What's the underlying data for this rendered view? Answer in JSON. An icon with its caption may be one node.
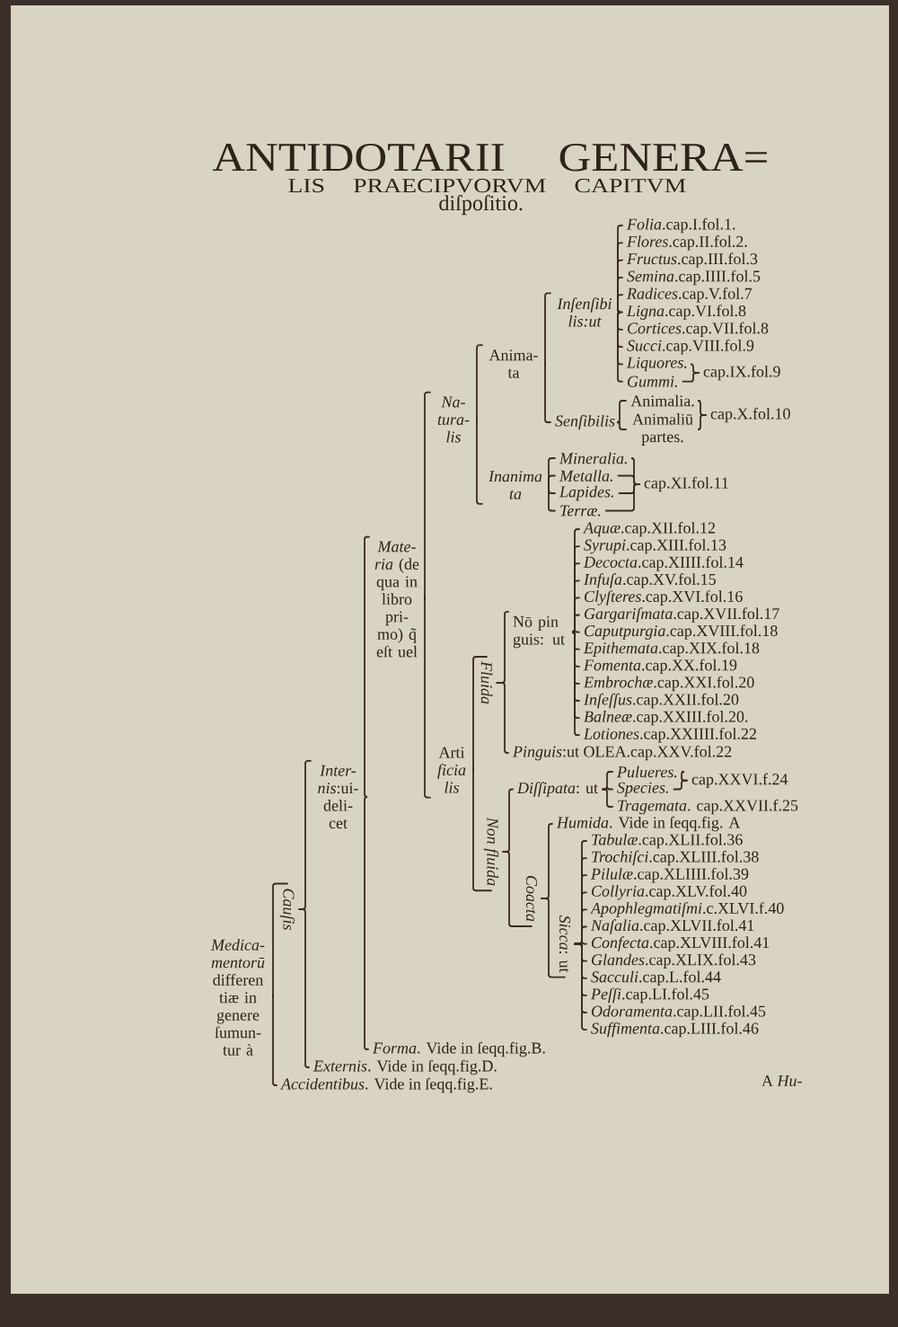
{
  "diagram": {
    "title": "ANTIDOTARII GENERA= LIS PRAECIPVORVM CAPITVM diſpoſitio.",
    "nodes": [
      {
        "text": [
          "*Medica- mentorū* differen tiæ in genere ſumun- tur à"
        ]
      },
      {
        "text": [
          "Cauſis"
        ]
      },
      {
        "text": [
          "*Inter- nis*:ui- deli- cet"
        ]
      },
      {
        "text": [
          "*Mate- ria* (de qua in libro pri- mo) q̃ eſt uel"
        ]
      },
      {
        "text": [
          "Na- tura- lis"
        ]
      },
      {
        "text": [
          "Anima- ta"
        ]
      },
      {
        "text": [
          "Inſenſibi lis:ut"
        ]
      },
      {
        "text": [
          "*Folia*.cap.I.fol.1."
        ]
      },
      {
        "text": [
          "*Flores*.cap.II.fol.2."
        ]
      },
      {
        "text": [
          "*Fructus*.cap.III.fol.3"
        ]
      },
      {
        "text": [
          "*Semina*.cap.IIII.fol.5"
        ]
      },
      {
        "text": [
          "*Radices*.cap.V.fol.7"
        ]
      },
      {
        "text": [
          "*Ligna*.cap.VI.fol.8"
        ]
      },
      {
        "text": [
          "*Cortices*.cap.VII.fol.8"
        ]
      },
      {
        "text": [
          "*Succi*.cap.VIII.fol.9"
        ]
      },
      {
        "text": [
          "Liquores."
        ]
      },
      {
        "text": [
          "Gummi."
        ]
      },
      {
        "text": [
          "cap.IX.fol.9"
        ]
      },
      {
        "text": [
          "Senſibilis"
        ]
      },
      {
        "text": [
          "Animalia."
        ]
      },
      {
        "text": [
          "Animaliū partes."
        ]
      },
      {
        "text": [
          "cap.X.fol.10"
        ]
      },
      {
        "text": [
          "Inanima ta"
        ]
      },
      {
        "text": [
          "Mineralia."
        ]
      },
      {
        "text": [
          "Metalla."
        ]
      },
      {
        "text": [
          "Lapides."
        ]
      },
      {
        "text": [
          "Terræ."
        ]
      },
      {
        "text": [
          "cap.XI.fol.11"
        ]
      },
      {
        "text": [
          "Arti *ficia lis*"
        ]
      },
      {
        "text": [
          "Fluida"
        ]
      },
      {
        "text": [
          "Nō pin guis: ut"
        ]
      },
      {
        "text": [
          "*Aquæ*.cap.XII.fol.12"
        ]
      },
      {
        "text": [
          "*Syrupi*.cap.XIII.fol.13"
        ]
      },
      {
        "text": [
          "*Decocta*.cap.XIIII.fol.14"
        ]
      },
      {
        "text": [
          "*Infuſa*.cap.XV.fol.15"
        ]
      },
      {
        "text": [
          "*Clyſteres*.cap.XVI.fol.16"
        ]
      },
      {
        "text": [
          "*Gargariſmata*.cap.XVII.fol.17"
        ]
      },
      {
        "text": [
          "*Caputpurgia*.cap.XVIII.fol.18"
        ]
      },
      {
        "text": [
          "*Epithemata*.cap.XIX.fol.18"
        ]
      },
      {
        "text": [
          "*Fomenta*.cap.XX.fol.19"
        ]
      },
      {
        "text": [
          "*Embrochæ*.cap.XXI.fol.20"
        ]
      },
      {
        "text": [
          "*Inſeſſus*.cap.XXII.fol.20"
        ]
      },
      {
        "text": [
          "*Balneæ*.cap.XXIII.fol.20."
        ]
      },
      {
        "text": [
          "*Lotiones*.cap.XXIIII.fol.22"
        ]
      },
      {
        "text": [
          "*Pinguis*:ut OLEA.cap.XXV.fol.22"
        ]
      },
      {
        "text": [
          "Non fluida"
        ]
      },
      {
        "text": [
          "*Diſſipata*: ut"
        ]
      },
      {
        "text": [
          "Pulueres."
        ]
      },
      {
        "text": [
          "Species."
        ]
      },
      {
        "text": [
          "cap.XXVI.f.24"
        ]
      },
      {
        "text": [
          "*Tragemata*. cap.XXVII.f.25"
        ]
      },
      {
        "text": [
          "Coacta"
        ]
      },
      {
        "text": [
          "*Humida*. Vide in ſeqq.fig. A"
        ]
      },
      {
        "text": [
          "*Sicca*: ut"
        ]
      },
      {
        "text": [
          "*Tabulæ*.cap.XLII.fol.36"
        ]
      },
      {
        "text": [
          "*Trochiſci*.cap.XLIII.fol.38"
        ]
      },
      {
        "text": [
          "*Pilulæ*.cap.XLIIII.fol.39"
        ]
      },
      {
        "text": [
          "*Collyria*.cap.XLV.fol.40"
        ]
      },
      {
        "text": [
          "*Apophlegmatiſmi*.c.XLVI.f.40"
        ]
      },
      {
        "text": [
          "*Naſalia*.cap.XLVII.fol.41"
        ]
      },
      {
        "text": [
          "*Confecta*.cap.XLVIII.fol.41"
        ]
      },
      {
        "text": [
          "*Glandes*.cap.XLIX.fol.43"
        ]
      },
      {
        "text": [
          "*Sacculi*.cap.L.fol.44"
        ]
      },
      {
        "text": [
          "*Peſſi*.cap.LI.fol.45"
        ]
      },
      {
        "text": [
          "*Odoramenta*.cap.LII.fol.45"
        ]
      },
      {
        "text": [
          "*Suffimenta*.cap.LIII.fol.46"
        ]
      },
      {
        "text": [
          "*Forma*. Vide in ſeqq.fig.B."
        ]
      },
      {
        "text": [
          "*Externis*. Vide in ſeqq.fig.D."
        ]
      },
      {
        "text": [
          "*Accidentibus*. Vide in ſeqq.fig.E."
        ]
      }
    ],
    "edges": [
      {
        "from": 0,
        "to": 1,
        "arrow": "none"
      },
      {
        "from": 0,
        "to": 68,
        "arrow": "none"
      },
      {
        "from": 1,
        "to": 2,
        "arrow": "none"
      },
      {
        "from": 1,
        "to": 67,
        "arrow": "none"
      },
      {
        "from": 2,
        "to": 3,
        "arrow": "none"
      },
      {
        "from": 2,
        "to": 66,
        "arrow": "none"
      },
      {
        "from": 3,
        "to": 4,
        "arrow": "none"
      },
      {
        "from": 3,
        "to": 28,
        "arrow": "none"
      },
      {
        "from": 4,
        "to": 5,
        "arrow": "none"
      },
      {
        "from": 4,
        "to": 22,
        "arrow": "none"
      },
      {
        "from": 5,
        "to": 6,
        "arrow": "none"
      },
      {
        "from": 5,
        "to": 18,
        "arrow": "none"
      },
      {
        "from": 6,
        "to": 7,
        "arrow": "none"
      },
      {
        "from": 6,
        "to": 8,
        "arrow": "none"
      },
      {
        "from": 6,
        "to": 9,
        "arrow": "none"
      },
      {
        "from": 6,
        "to": 10,
        "arrow": "none"
      },
      {
        "from": 6,
        "to": 11,
        "arrow": "none"
      },
      {
        "from": 6,
        "to": 12,
        "arrow": "none"
      },
      {
        "from": 6,
        "to": 13,
        "arrow": "none"
      },
      {
        "from": 6,
        "to": 14,
        "arrow": "none"
      },
      {
        "from": 6,
        "to": 15,
        "arrow": "none"
      },
      {
        "from": 6,
        "to": 16,
        "arrow": "none"
      },
      {
        "from": 15,
        "to": 17,
        "arrow": "none"
      },
      {
        "from": 16,
        "to": 17,
        "arrow": "none"
      },
      {
        "from": 18,
        "to": 19,
        "arrow": "none"
      },
      {
        "from": 18,
        "to": 20,
        "arrow": "none"
      },
      {
        "from": 19,
        "to": 21,
        "arrow": "none"
      },
      {
        "from": 20,
        "to": 21,
        "arrow": "none"
      },
      {
        "from": 22,
        "to": 23,
        "arrow": "none"
      },
      {
        "from": 22,
        "to": 24,
        "arrow": "none"
      },
      {
        "from": 22,
        "to": 25,
        "arrow": "none"
      },
      {
        "from": 22,
        "to": 26,
        "arrow": "none"
      },
      {
        "from": 23,
        "to": 27,
        "arrow": "none"
      },
      {
        "from": 24,
        "to": 27,
        "arrow": "none"
      },
      {
        "from": 25,
        "to": 27,
        "arrow": "none"
      },
      {
        "from": 26,
        "to": 27,
        "arrow": "none"
      },
      {
        "from": 28,
        "to": 29,
        "arrow": "none"
      },
      {
        "from": 28,
        "to": 45,
        "arrow": "none"
      },
      {
        "from": 29,
        "to": 30,
        "arrow": "none"
      },
      {
        "from": 29,
        "to": 44,
        "arrow": "none"
      },
      {
        "from": 30,
        "to": 31,
        "arrow": "none"
      },
      {
        "from": 30,
        "to": 32,
        "arrow": "none"
      },
      {
        "from": 30,
        "to": 33,
        "arrow": "none"
      },
      {
        "from": 30,
        "to": 34,
        "arrow": "none"
      },
      {
        "from": 30,
        "to": 35,
        "arrow": "none"
      },
      {
        "from": 30,
        "to": 36,
        "arrow": "none"
      },
      {
        "from": 30,
        "to": 37,
        "arrow": "none"
      },
      {
        "from": 30,
        "to": 38,
        "arrow": "none"
      },
      {
        "from": 30,
        "to": 39,
        "arrow": "none"
      },
      {
        "from": 30,
        "to": 40,
        "arrow": "none"
      },
      {
        "from": 30,
        "to": 41,
        "arrow": "none"
      },
      {
        "from": 30,
        "to": 42,
        "arrow": "none"
      },
      {
        "from": 30,
        "to": 43,
        "arrow": "none"
      },
      {
        "from": 45,
        "to": 46,
        "arrow": "none"
      },
      {
        "from": 45,
        "to": 51,
        "arrow": "none"
      },
      {
        "from": 46,
        "to": 47,
        "arrow": "none"
      },
      {
        "from": 46,
        "to": 48,
        "arrow": "none"
      },
      {
        "from": 46,
        "to": 50,
        "arrow": "none"
      },
      {
        "from": 47,
        "to": 49,
        "arrow": "none"
      },
      {
        "from": 48,
        "to": 49,
        "arrow": "none"
      },
      {
        "from": 51,
        "to": 52,
        "arrow": "none"
      },
      {
        "from": 51,
        "to": 53,
        "arrow": "none"
      },
      {
        "from": 53,
        "to": 54,
        "arrow": "none"
      },
      {
        "from": 53,
        "to": 55,
        "arrow": "none"
      },
      {
        "from": 53,
        "to": 56,
        "arrow": "none"
      },
      {
        "from": 53,
        "to": 57,
        "arrow": "none"
      },
      {
        "from": 53,
        "to": 58,
        "arrow": "none"
      },
      {
        "from": 53,
        "to": 59,
        "arrow": "none"
      },
      {
        "from": 53,
        "to": 60,
        "arrow": "none"
      },
      {
        "from": 53,
        "to": 61,
        "arrow": "none"
      },
      {
        "from": 53,
        "to": 62,
        "arrow": "none"
      },
      {
        "from": 53,
        "to": 63,
        "arrow": "none"
      },
      {
        "from": 53,
        "to": 64,
        "arrow": "none"
      },
      {
        "from": 53,
        "to": 65,
        "arrow": "none"
      }
    ],
    "labels": [
      "A *Hu-*"
    ]
  }
}
